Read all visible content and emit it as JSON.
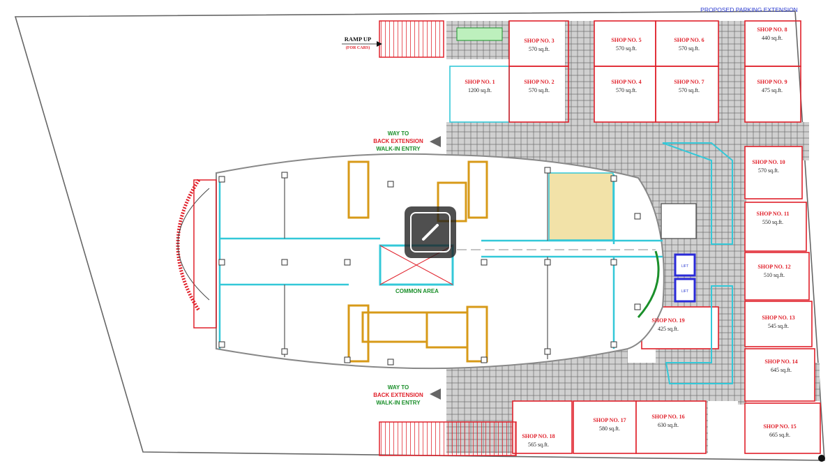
{
  "header": {
    "proposed_parking_extension": "PROPOSED PARKING EXTENSION"
  },
  "ramp": {
    "title": "RAMP   UP",
    "subtitle": "(FOR CARS)"
  },
  "way_top": {
    "line1": "WAY TO",
    "line2": "BACK EXTENSION",
    "line3": "WALK-IN ENTRY"
  },
  "way_bottom": {
    "line1": "WAY TO",
    "line2": "BACK EXTENSION",
    "line3": "WALK-IN ENTRY"
  },
  "common_area": {
    "label": "COMMON AREA"
  },
  "shops": [
    {
      "name": "SHOP NO. 1",
      "area": "1200 sq.ft."
    },
    {
      "name": "SHOP NO. 2",
      "area": "570 sq.ft."
    },
    {
      "name": "SHOP NO. 3",
      "area": "570 sq.ft."
    },
    {
      "name": "SHOP NO. 4",
      "area": "570 sq.ft."
    },
    {
      "name": "SHOP NO. 5",
      "area": "570 sq.ft."
    },
    {
      "name": "SHOP NO. 6",
      "area": "570 sq.ft."
    },
    {
      "name": "SHOP NO. 7",
      "area": "570 sq.ft."
    },
    {
      "name": "SHOP NO. 8",
      "area": "440 sq.ft."
    },
    {
      "name": "SHOP NO. 9",
      "area": "475 sq.ft."
    },
    {
      "name": "SHOP NO. 10",
      "area": "570 sq.ft."
    },
    {
      "name": "SHOP NO. 11",
      "area": "550 sq.ft."
    },
    {
      "name": "SHOP NO. 12",
      "area": "510 sq.ft."
    },
    {
      "name": "SHOP NO. 13",
      "area": "545 sq.ft."
    },
    {
      "name": "SHOP NO. 14",
      "area": "645 sq.ft."
    },
    {
      "name": "SHOP NO. 15",
      "area": "665 sq.ft."
    },
    {
      "name": "SHOP NO. 16",
      "area": "630 sq.ft."
    },
    {
      "name": "SHOP NO. 17",
      "area": "580 sq.ft."
    },
    {
      "name": "SHOP NO. 18",
      "area": "565 sq.ft."
    },
    {
      "name": "SHOP NO. 19",
      "area": "425 sq.ft."
    }
  ],
  "lifts": [
    "LIFT",
    "LIFT"
  ],
  "colors": {
    "wall_red": "#e0202a",
    "wall_cyan": "#33c8d8",
    "wall_gold": "#d79a18",
    "label_green": "#1a8f2a",
    "label_blue": "#2a3ad0",
    "highlight": "#f2e2a8",
    "grid_fill": "#c9c9c9"
  }
}
